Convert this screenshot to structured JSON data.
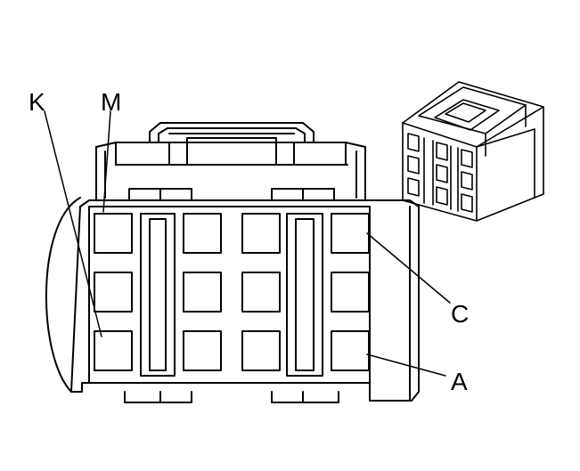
{
  "diagram": {
    "callouts": {
      "k": "K",
      "m": "M",
      "c": "C",
      "a": "A"
    },
    "colors": {
      "line": "#000000",
      "background": "#ffffff"
    }
  }
}
